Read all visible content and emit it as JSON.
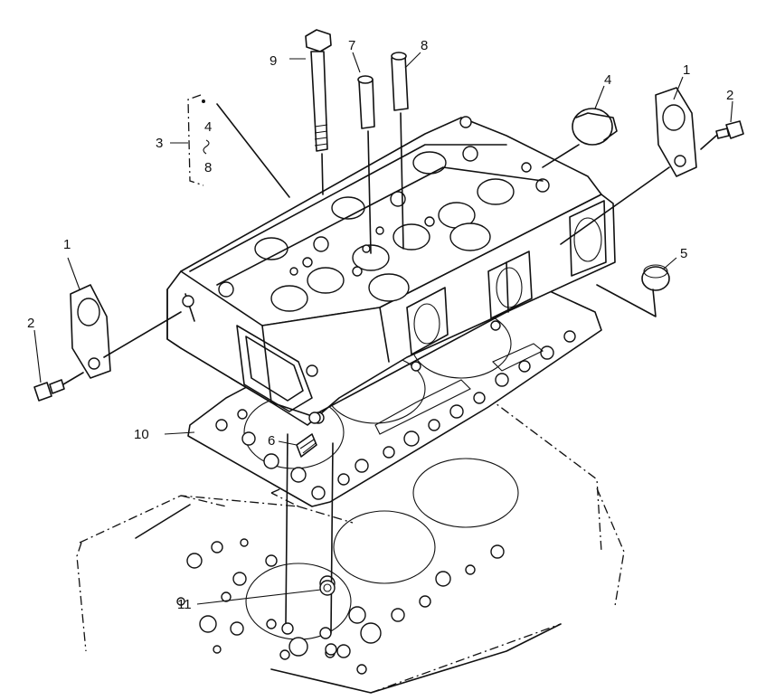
{
  "diagram": {
    "callouts": {
      "c1_right": "1",
      "c2_right": "2",
      "c3": "3",
      "c3_note_a": "4",
      "c3_note_b": "8",
      "c4": "4",
      "c5": "5",
      "c7": "7",
      "c8": "8",
      "c9": "9",
      "c1_left": "1",
      "c2_left": "2",
      "c10": "10",
      "c6": "6",
      "c11": "11"
    }
  }
}
